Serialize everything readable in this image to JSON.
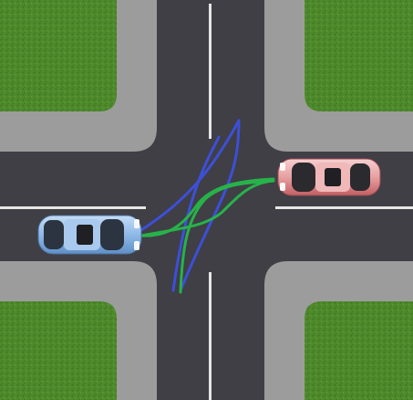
{
  "scene": {
    "kind": "top-down-intersection",
    "colors": {
      "grass": "#4e8a2c",
      "grass_dark": "#3f7422",
      "sidewalk": "#9c9c9c",
      "road": "#3f3f45",
      "lane_marking": "#e6e6e6",
      "path_blue": "#3d4fd8",
      "path_green": "#27b24a",
      "car_blue": "#8fb9e8",
      "car_red": "#e7a0a2"
    }
  },
  "vehicles": [
    {
      "name": "blue-car",
      "color": "car_blue",
      "heading": "east"
    },
    {
      "name": "red-car",
      "color": "car_red",
      "heading": "west"
    }
  ],
  "trajectories": [
    {
      "name": "blue-path",
      "color": "path_blue"
    },
    {
      "name": "green-path",
      "color": "path_green"
    }
  ]
}
